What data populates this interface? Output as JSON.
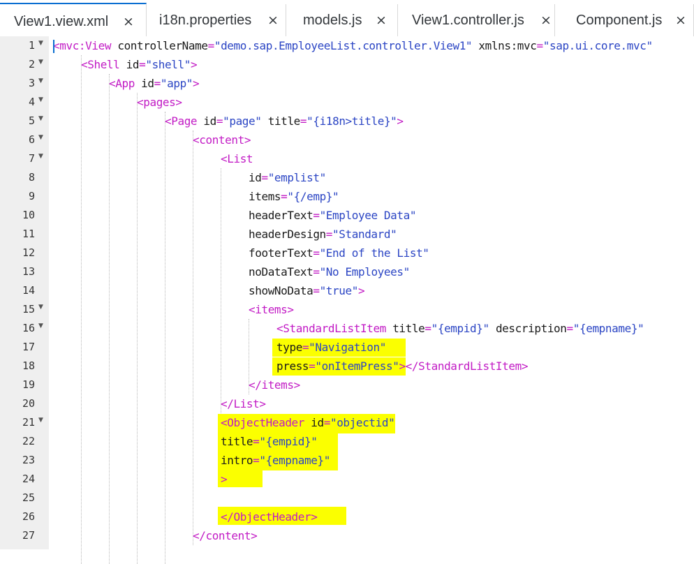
{
  "tabs": [
    {
      "label": "View1.view.xml",
      "active": true
    },
    {
      "label": "i18n.properties",
      "active": false
    },
    {
      "label": "models.js",
      "active": false
    },
    {
      "label": "View1.controller.js",
      "active": false
    },
    {
      "label": "Component.js",
      "active": false
    }
  ],
  "close_glyph": "×",
  "fold_glyph": "▼",
  "colors": {
    "tag": "#c21bc5",
    "attribute": "#1a1a1a",
    "string": "#2b45c4",
    "highlight": "#fbff00",
    "gutter": "#efefef",
    "cursor": "#0a6ed1"
  },
  "lines": [
    {
      "n": "1",
      "fold": true,
      "indent": 0,
      "tokens": [
        [
          "tag",
          "<mvc:View"
        ],
        [
          "attr",
          " controllerName"
        ],
        [
          "eq",
          "="
        ],
        [
          "str",
          "\"demo.sap.EmployeeList.controller.View1\""
        ],
        [
          "attr",
          " xmlns:mvc"
        ],
        [
          "eq",
          "="
        ],
        [
          "str",
          "\"sap.ui.core.mvc\""
        ]
      ]
    },
    {
      "n": "2",
      "fold": true,
      "indent": 1,
      "tokens": [
        [
          "tag",
          "<Shell"
        ],
        [
          "attr",
          " id"
        ],
        [
          "eq",
          "="
        ],
        [
          "str",
          "\"shell\""
        ],
        [
          "tag",
          ">"
        ]
      ]
    },
    {
      "n": "3",
      "fold": true,
      "indent": 2,
      "tokens": [
        [
          "tag",
          "<App"
        ],
        [
          "attr",
          " id"
        ],
        [
          "eq",
          "="
        ],
        [
          "str",
          "\"app\""
        ],
        [
          "tag",
          ">"
        ]
      ]
    },
    {
      "n": "4",
      "fold": true,
      "indent": 3,
      "tokens": [
        [
          "tag",
          "<pages>"
        ]
      ]
    },
    {
      "n": "5",
      "fold": true,
      "indent": 4,
      "tokens": [
        [
          "tag",
          "<Page"
        ],
        [
          "attr",
          " id"
        ],
        [
          "eq",
          "="
        ],
        [
          "str",
          "\"page\""
        ],
        [
          "attr",
          " title"
        ],
        [
          "eq",
          "="
        ],
        [
          "str",
          "\"{i18n>title}\""
        ],
        [
          "tag",
          ">"
        ]
      ]
    },
    {
      "n": "6",
      "fold": true,
      "indent": 5,
      "tokens": [
        [
          "tag",
          "<content>"
        ]
      ]
    },
    {
      "n": "7",
      "fold": true,
      "indent": 6,
      "tokens": [
        [
          "tag",
          "<List"
        ]
      ]
    },
    {
      "n": "8",
      "fold": false,
      "indent": 7,
      "tokens": [
        [
          "attr",
          "id"
        ],
        [
          "eq",
          "="
        ],
        [
          "str",
          "\"emplist\""
        ]
      ]
    },
    {
      "n": "9",
      "fold": false,
      "indent": 7,
      "tokens": [
        [
          "attr",
          "items"
        ],
        [
          "eq",
          "="
        ],
        [
          "str",
          "\"{/emp}\""
        ]
      ]
    },
    {
      "n": "10",
      "fold": false,
      "indent": 7,
      "tokens": [
        [
          "attr",
          "headerText"
        ],
        [
          "eq",
          "="
        ],
        [
          "str",
          "\"Employee Data\""
        ]
      ]
    },
    {
      "n": "11",
      "fold": false,
      "indent": 7,
      "tokens": [
        [
          "attr",
          "headerDesign"
        ],
        [
          "eq",
          "="
        ],
        [
          "str",
          "\"Standard\""
        ]
      ]
    },
    {
      "n": "12",
      "fold": false,
      "indent": 7,
      "tokens": [
        [
          "attr",
          "footerText"
        ],
        [
          "eq",
          "="
        ],
        [
          "str",
          "\"End of the List\""
        ]
      ]
    },
    {
      "n": "13",
      "fold": false,
      "indent": 7,
      "tokens": [
        [
          "attr",
          "noDataText"
        ],
        [
          "eq",
          "="
        ],
        [
          "str",
          "\"No Employees\""
        ]
      ]
    },
    {
      "n": "14",
      "fold": false,
      "indent": 7,
      "tokens": [
        [
          "attr",
          "showNoData"
        ],
        [
          "eq",
          "="
        ],
        [
          "str",
          "\"true\""
        ],
        [
          "tag",
          ">"
        ]
      ]
    },
    {
      "n": "15",
      "fold": true,
      "indent": 7,
      "tokens": [
        [
          "tag",
          "<items>"
        ]
      ]
    },
    {
      "n": "16",
      "fold": true,
      "indent": 8,
      "tokens": [
        [
          "tag",
          "<StandardListItem"
        ],
        [
          "attr",
          " title"
        ],
        [
          "eq",
          "="
        ],
        [
          "str",
          "\"{empid}\""
        ],
        [
          "attr",
          " description"
        ],
        [
          "eq",
          "="
        ],
        [
          "str",
          "\"{empname}\""
        ]
      ]
    },
    {
      "n": "17",
      "fold": false,
      "indent": 8,
      "tokens": [
        [
          "attr",
          "type"
        ],
        [
          "eq",
          "="
        ],
        [
          "str",
          "\"Navigation\""
        ]
      ]
    },
    {
      "n": "18",
      "fold": false,
      "indent": 8,
      "tokens": [
        [
          "attr",
          "press"
        ],
        [
          "eq",
          "="
        ],
        [
          "str",
          "\"onItemPress\""
        ],
        [
          "tag",
          ">"
        ],
        [
          "tag",
          "</StandardListItem>"
        ]
      ]
    },
    {
      "n": "19",
      "fold": false,
      "indent": 7,
      "tokens": [
        [
          "tag",
          "</items>"
        ]
      ]
    },
    {
      "n": "20",
      "fold": false,
      "indent": 6,
      "tokens": [
        [
          "tag",
          "</List>"
        ]
      ]
    },
    {
      "n": "21",
      "fold": true,
      "indent": 6,
      "tokens": [
        [
          "tag",
          "<ObjectHeader"
        ],
        [
          "attr",
          " id"
        ],
        [
          "eq",
          "="
        ],
        [
          "str",
          "\"objectid\""
        ]
      ]
    },
    {
      "n": "22",
      "fold": false,
      "indent": 6,
      "tokens": [
        [
          "attr",
          "title"
        ],
        [
          "eq",
          "="
        ],
        [
          "str",
          "\"{empid}\""
        ]
      ]
    },
    {
      "n": "23",
      "fold": false,
      "indent": 6,
      "tokens": [
        [
          "attr",
          "intro"
        ],
        [
          "eq",
          "="
        ],
        [
          "str",
          "\"{empname}\""
        ]
      ]
    },
    {
      "n": "24",
      "fold": false,
      "indent": 6,
      "tokens": [
        [
          "tag",
          ">"
        ]
      ]
    },
    {
      "n": "25",
      "fold": false,
      "indent": 6,
      "tokens": []
    },
    {
      "n": "26",
      "fold": false,
      "indent": 6,
      "tokens": [
        [
          "tag",
          "</ObjectHeader>"
        ]
      ]
    },
    {
      "n": "27",
      "fold": false,
      "indent": 5,
      "tokens": [
        [
          "tag",
          "</content>"
        ]
      ]
    }
  ]
}
